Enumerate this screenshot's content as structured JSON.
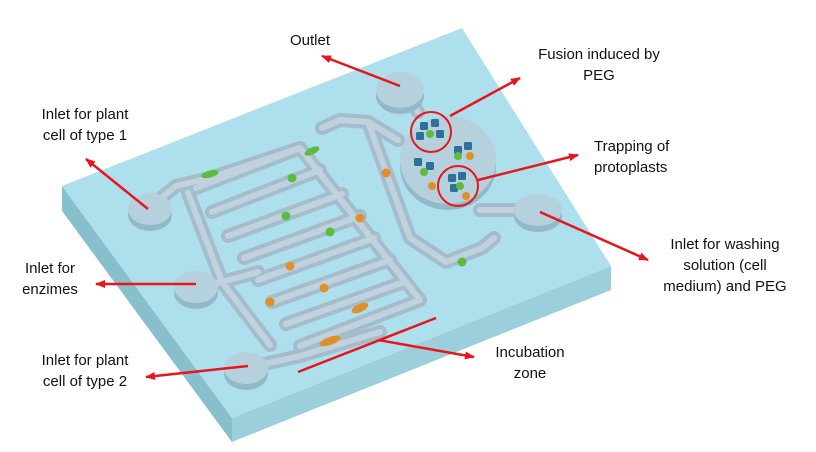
{
  "colors": {
    "chip_top": "#ade0ec",
    "chip_left": "#88bfcd",
    "chip_right": "#9ccfdc",
    "channel_wall": "#a4bccb",
    "channel_floor": "#bfd2dd",
    "arrow": "#e8151b",
    "highlight_circle": "#e8151b",
    "cell_green": "#5dbb3f",
    "cell_orange": "#e28f2a",
    "protoplast_blue": "#2f6f9a"
  },
  "labels": {
    "outlet": "Outlet",
    "fusion": [
      "Fusion induced by",
      "PEG"
    ],
    "trapping": [
      "Trapping of",
      "protoplasts"
    ],
    "inlet_type1": [
      "Inlet for plant",
      "cell of type 1"
    ],
    "inlet_enzymes": [
      "Inlet for",
      "enzimes"
    ],
    "inlet_type2": [
      "Inlet for plant",
      "cell of type 2"
    ],
    "inlet_washing": [
      "Inlet for washing",
      "solution (cell",
      "medium) and PEG"
    ],
    "incubation": [
      "Incubation",
      "zone"
    ]
  }
}
